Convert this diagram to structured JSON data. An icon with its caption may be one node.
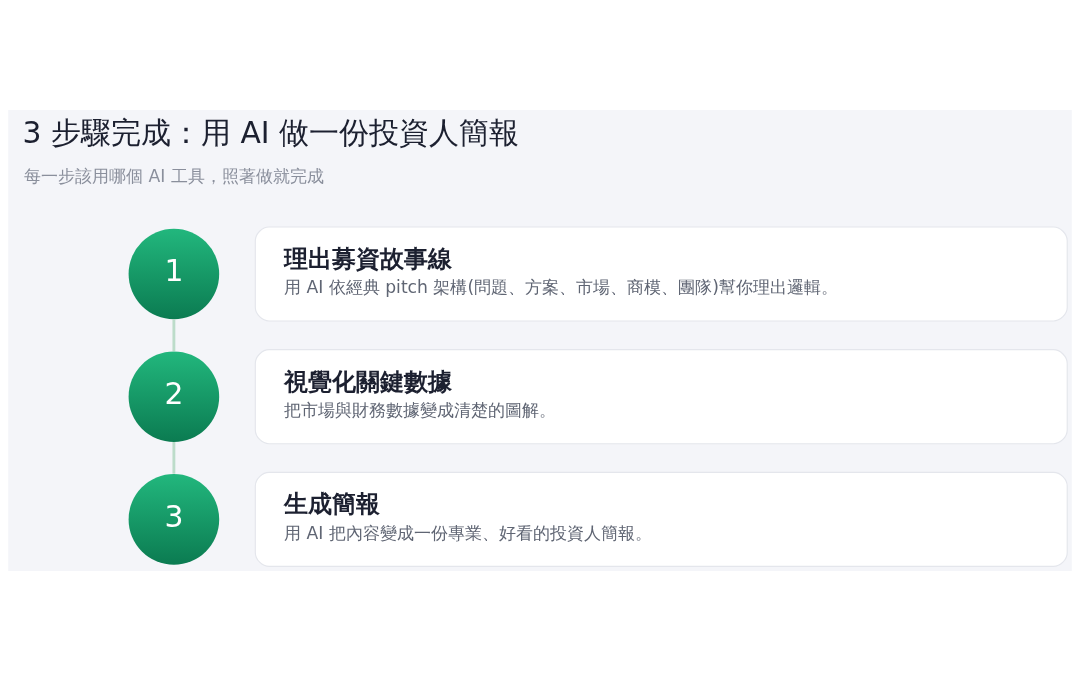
{
  "diagram": {
    "title": "3 步驟完成：用 AI 做一份投資人簡報",
    "nodes": [
      {
        "text": [
          "1"
        ]
      },
      {
        "text": [
          "理出募資故事線",
          "用 AI 依經典 pitch 架構(問題、方案、市場、商模、團隊)幫你理出邏輯。"
        ]
      },
      {
        "text": [
          "2"
        ]
      },
      {
        "text": [
          "視覺化關鍵數據",
          "把市場與財務數據變成清楚的圖解。"
        ]
      },
      {
        "text": [
          "3"
        ]
      },
      {
        "text": [
          "生成簡報",
          "用 AI 把內容變成一份專業、好看的投資人簡報。"
        ]
      }
    ],
    "edges": [
      {
        "from": 0,
        "to": 2,
        "arrow": "none"
      },
      {
        "from": 2,
        "to": 4,
        "arrow": "none"
      }
    ],
    "labels": [
      "每一步該用哪個 AI 工具，照著做就完成"
    ]
  }
}
